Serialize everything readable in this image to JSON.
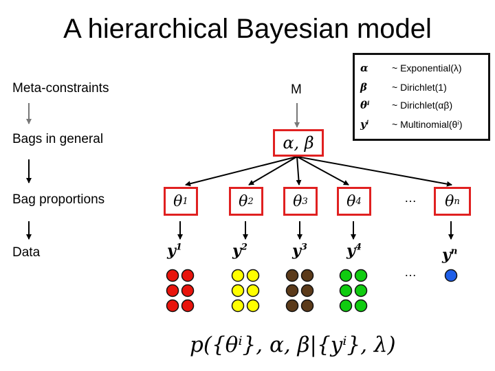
{
  "title": "A hierarchical Bayesian model",
  "levels": {
    "meta_constraints": "Meta-constraints",
    "bags_in_general": "Bags in general",
    "bag_proportions": "Bag proportions",
    "data": "Data"
  },
  "m_label": "M",
  "top_node": "α, β",
  "legend": [
    {
      "symbol": "α",
      "dist": "~ Exponential(λ)"
    },
    {
      "symbol": "β",
      "dist": "~ Dirichlet(1)"
    },
    {
      "symbol": "θⁱ",
      "dist": "~ Dirichlet(αβ)"
    },
    {
      "symbol": "yⁱ",
      "dist": "~ Multinomial(θⁱ)"
    }
  ],
  "bags": [
    {
      "theta": "θ",
      "sup": "1",
      "y": "y",
      "ysup": "1",
      "color": "#e8140c",
      "count": 6
    },
    {
      "theta": "θ",
      "sup": "2",
      "y": "y",
      "ysup": "2",
      "color": "#ffff00",
      "count": 6
    },
    {
      "theta": "θ",
      "sup": "3",
      "y": "y",
      "ysup": "3",
      "color": "#5b3a1a",
      "count": 6
    },
    {
      "theta": "θ",
      "sup": "4",
      "y": "y",
      "ysup": "4",
      "color": "#10cc10",
      "count": 6
    },
    {
      "theta": "θ",
      "sup": "n",
      "y": "y",
      "ysup": "n",
      "color": "#1e5ee8",
      "count": 1
    }
  ],
  "ellipsis": "…",
  "formula": "p({θⁱ}, α, β|{yⁱ}, λ)"
}
